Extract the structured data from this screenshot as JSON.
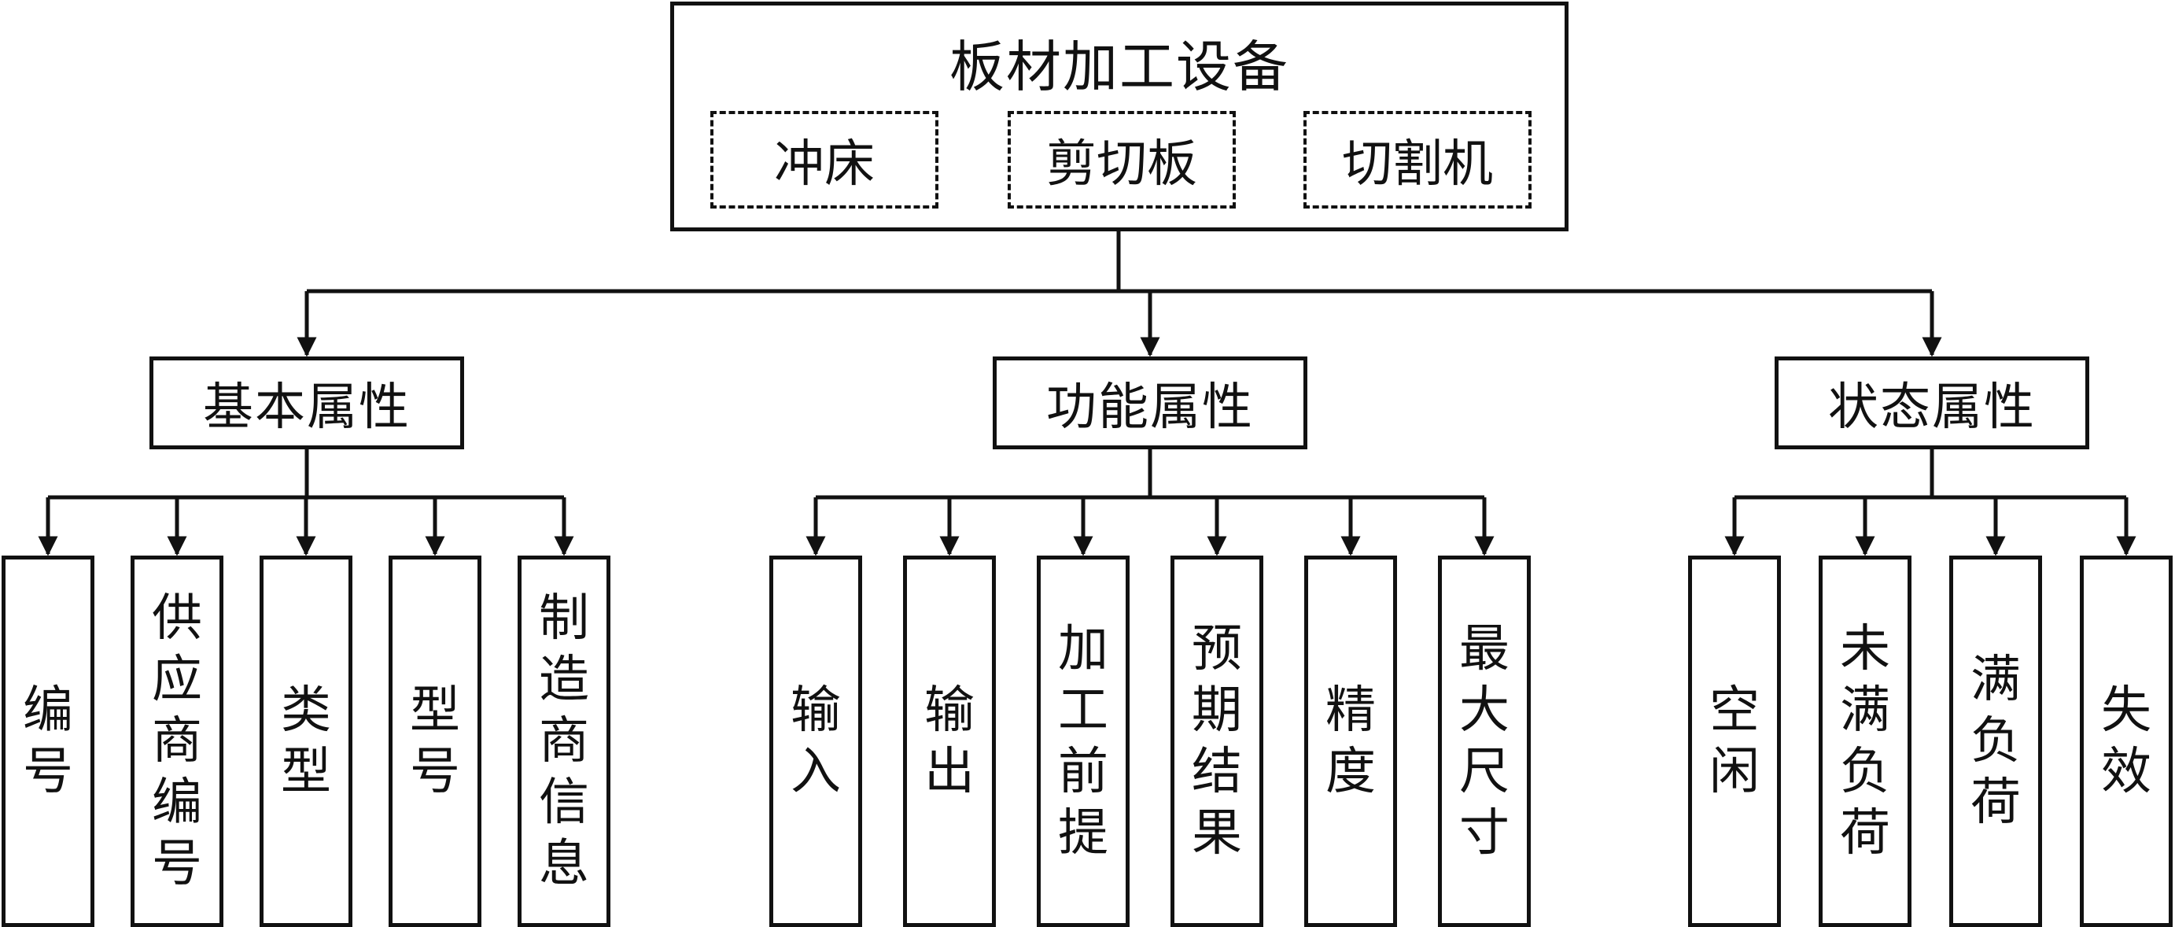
{
  "root": {
    "title": "板材加工设备",
    "equipment": [
      "冲床",
      "剪切板",
      "切割机"
    ]
  },
  "categories": [
    {
      "label": "基本属性",
      "items": [
        "编号",
        "供应商编号",
        "类型",
        "型号",
        "制造商信息"
      ]
    },
    {
      "label": "功能属性",
      "items": [
        "输入",
        "输出",
        "加工前提",
        "预期结果",
        "精度",
        "最大尺寸"
      ]
    },
    {
      "label": "状态属性",
      "items": [
        "空闲",
        "未满负荷",
        "满负荷",
        "失效"
      ]
    }
  ],
  "colors": {
    "line": "#111111",
    "background": "#ffffff"
  }
}
